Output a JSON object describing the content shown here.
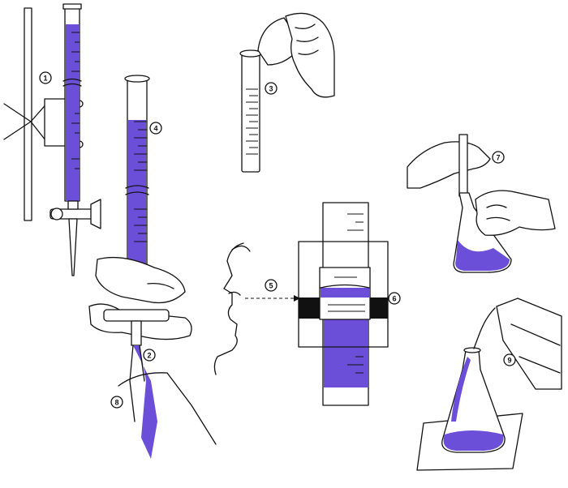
{
  "diagram": {
    "callouts": [
      {
        "id": "1",
        "label": "1"
      },
      {
        "id": "2",
        "label": "2"
      },
      {
        "id": "3",
        "label": "3"
      },
      {
        "id": "4",
        "label": "4"
      },
      {
        "id": "5",
        "label": "5"
      },
      {
        "id": "6",
        "label": "6"
      },
      {
        "id": "7",
        "label": "7"
      },
      {
        "id": "8",
        "label": "8"
      },
      {
        "id": "9",
        "label": "9"
      }
    ],
    "colors": {
      "liquid": "#6b4fd8",
      "ink": "#111111",
      "background": "#ffffff"
    }
  }
}
